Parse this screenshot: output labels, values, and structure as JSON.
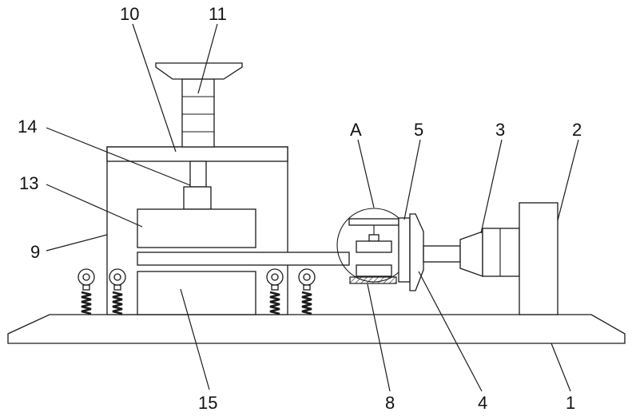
{
  "labels": {
    "l1": "1",
    "l2": "2",
    "l3": "3",
    "l4": "4",
    "l5": "5",
    "l8": "8",
    "l9": "9",
    "l10": "10",
    "l11": "11",
    "l13": "13",
    "l14": "14",
    "l15": "15",
    "lA": "A"
  }
}
